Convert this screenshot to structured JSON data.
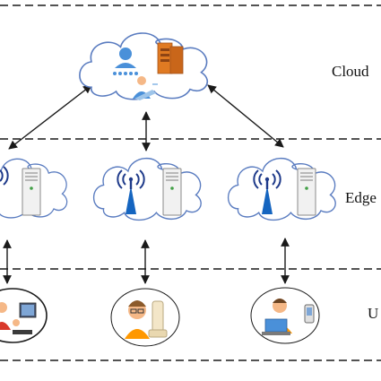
{
  "layers": {
    "cloud_label": "Cloud",
    "edge_label": "Edge",
    "user_label": "U"
  },
  "colors": {
    "line": "#1a1a1a",
    "cloud_outline": "#5a7cc0",
    "cloud_fill": "#ffffff",
    "server_body": "#f1f1f1",
    "server_outline": "#8a8a8a",
    "server_slot": "#b8b8b8",
    "server_led": "#43a047",
    "tower": "#1565c0",
    "signal": "#1e3a8a",
    "person_skin": "#f5b887",
    "person_orange": "#ff9800",
    "person_blue": "#4a90d9",
    "cloud_server": "#e07a22"
  },
  "icons": {
    "cloud_top": [
      "person-network-icon",
      "server-rack-icon",
      "user-on-laptop-icon"
    ],
    "edge_node": [
      "cloud-icon",
      "antenna-tower-icon",
      "server-icon"
    ],
    "user_nodes": [
      "user-group-icon",
      "student-user-icon",
      "laptop-user-icon"
    ]
  }
}
